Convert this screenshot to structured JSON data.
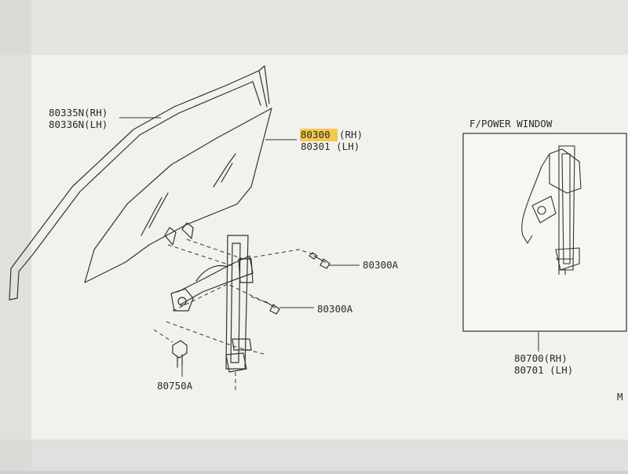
{
  "colors": {
    "paper": "#f1f1ee",
    "frame": "#bdbdbd",
    "ink": "#333333",
    "highlight": "#f4c84a"
  },
  "labels": {
    "run_rh": "80335N(RH)",
    "run_lh": "80336N(LH)",
    "glass_rh_code": "80300",
    "glass_rh_suffix": "(RH)",
    "glass_lh": "80301 (LH)",
    "bolt_upper": "80300A",
    "bolt_lower": "80300A",
    "bolt_bottom": "80750A",
    "inset_title": "F/POWER WINDOW",
    "regulator_rh": "80700(RH)",
    "regulator_lh": "80701 (LH)",
    "edge_fragment": "M"
  },
  "highlighted_part": "80300"
}
